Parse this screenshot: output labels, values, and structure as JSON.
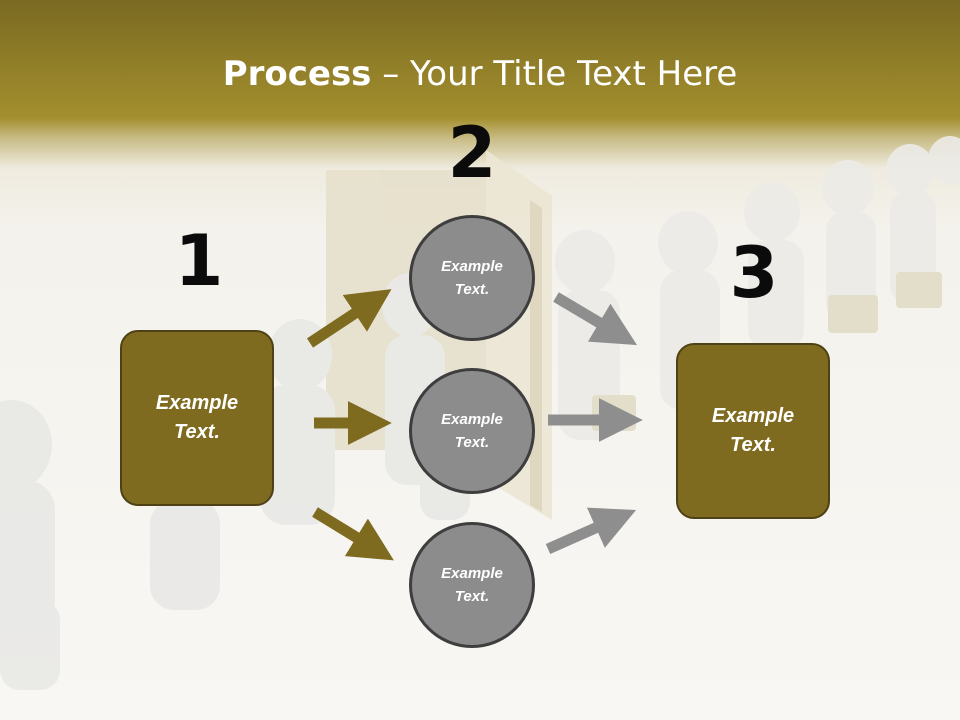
{
  "title": {
    "bold": "Process",
    "rest": " – Your Title Text Here"
  },
  "steps": {
    "n1": "1",
    "n2": "2",
    "n3": "3"
  },
  "box_left": {
    "text": "Example Text."
  },
  "box_right": {
    "text": "Example Text."
  },
  "circles": [
    {
      "text": "Example Text."
    },
    {
      "text": "Example Text."
    },
    {
      "text": "Example Text."
    }
  ],
  "colors": {
    "header": "#a38f2e",
    "box_fill": "#7f6b1f",
    "arrow_gold": "#7f6b1f",
    "arrow_gray": "#8c8c8c",
    "circle_fill": "#8c8c8c"
  }
}
